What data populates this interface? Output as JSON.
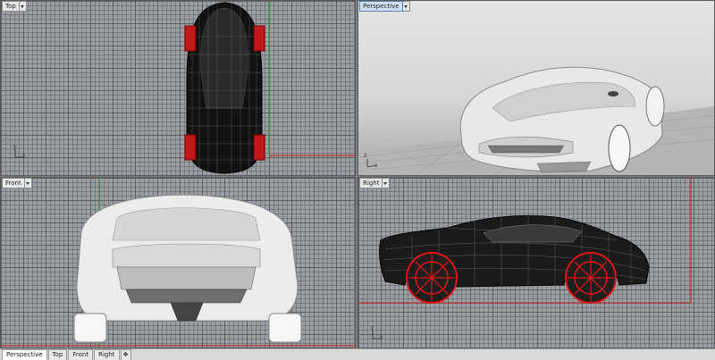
{
  "viewports": {
    "top": {
      "title": "Top"
    },
    "perspective": {
      "title": "Perspective"
    },
    "front": {
      "title": "Front"
    },
    "right": {
      "title": "Right"
    }
  },
  "axis_labels": {
    "x": "x",
    "y": "y",
    "z": "z"
  },
  "tabs": [
    {
      "label": "Perspective",
      "active": true
    },
    {
      "label": "Top",
      "active": false
    },
    {
      "label": "Front",
      "active": false
    },
    {
      "label": "Right",
      "active": false
    }
  ],
  "tab_add_icon": "✥",
  "colors": {
    "grid_bg": "#9b9ea3",
    "axis_red": "#c41a1a",
    "axis_green": "#1f9c2a",
    "active_title": "#cfe0f5",
    "wireframe": "#000000",
    "wheel_highlight": "#e01515"
  }
}
